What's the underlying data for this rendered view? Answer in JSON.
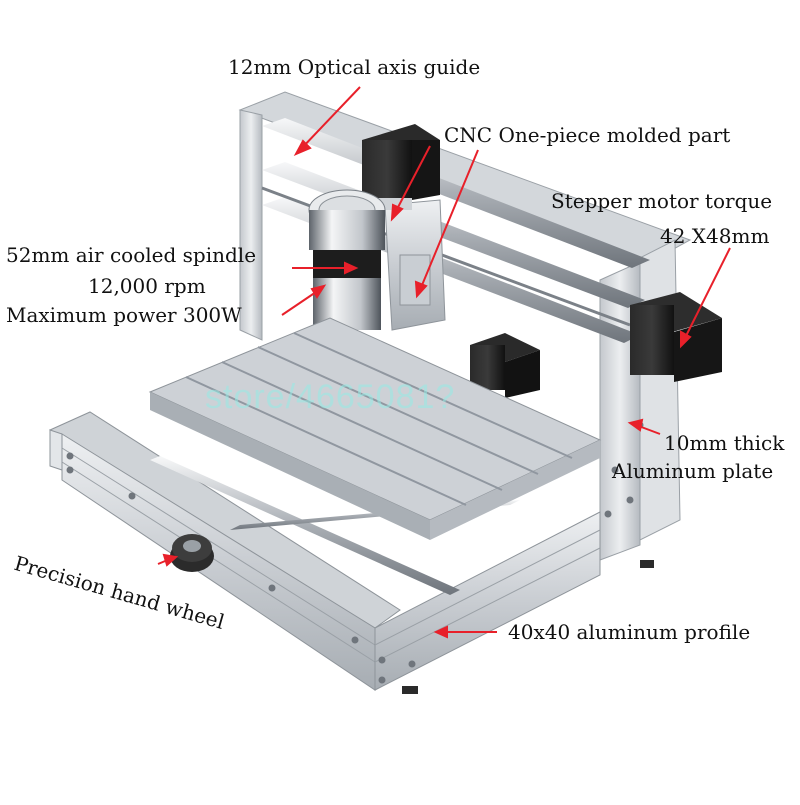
{
  "labels": {
    "optical_guide": "12mm Optical axis guide",
    "cnc_part": "CNC One-piece molded part",
    "stepper_line1": "Stepper motor torque",
    "stepper_line2": "42 X48mm",
    "spindle_line1": "52mm air cooled spindle",
    "spindle_line2": "12,000 rpm",
    "spindle_line3": "Maximum power 300W",
    "plate_line1": "10mm thick",
    "plate_line2": "Aluminum plate",
    "hand_wheel": "Precision hand wheel",
    "profile": "40x40 aluminum profile"
  },
  "watermark": "store/4665081?",
  "colors": {
    "arrow": "#e8202a",
    "aluminum_light": "#dcdfe3",
    "aluminum_mid": "#b9bec4",
    "aluminum_dark": "#8c9299",
    "motor": "#1c1c1c",
    "watermark": "#96ebe6"
  }
}
